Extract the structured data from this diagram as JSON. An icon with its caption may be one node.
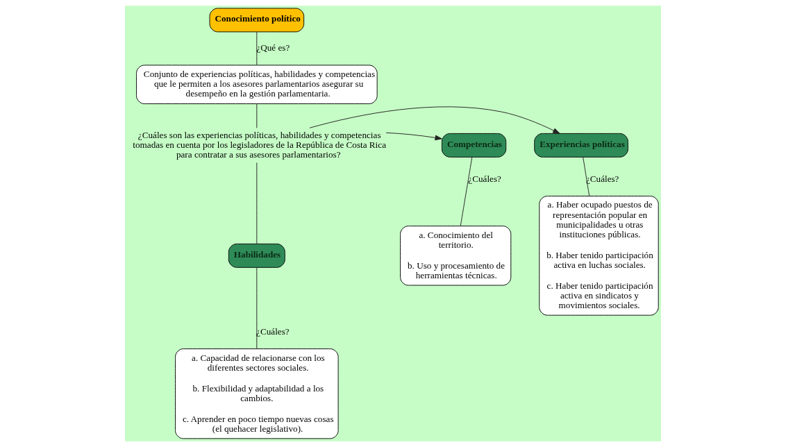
{
  "diagram": {
    "nodes": [
      {
        "text": [
          "Conocimiento político"
        ]
      },
      {
        "text": [
          "Conjunto de experiencias políticas, habilidades y competencias que le permiten a los asesores parlamentarios asegurar su desempeño en la gestión parlamentaria."
        ]
      },
      {
        "text": [
          "¿Cuáles son las experiencias políticas, habilidades y competencias tomadas en cuenta por los legisladores de la República de Costa Rica para contratar a sus asesores parlamentarios?"
        ]
      },
      {
        "text": [
          "Experiencias políticas"
        ]
      },
      {
        "text": [
          "Competencias"
        ]
      },
      {
        "text": [
          "Habilidades"
        ]
      },
      {
        "text": [
          "a. Haber ocupado puestos de representación popular en municipalidades u otras instituciones públicas.",
          "b. Haber tenido participación activa en luchas sociales.",
          "c. Haber tenido participación activa en sindicatos y movimientos sociales."
        ]
      },
      {
        "text": [
          "a. Capacidad de relacionarse con los diferentes sectores sociales.",
          "b. Flexibilidad y adaptabilidad a los cambios.",
          "c. Aprender en poco tiempo nuevas cosas (el quehacer legislativo)."
        ]
      },
      {
        "text": [
          "a. Conocimiento del territorio.",
          "b. Uso y procesamiento de herramientas técnicas."
        ]
      }
    ],
    "edges": [
      {
        "from": 0,
        "to": 1,
        "arrow": "none",
        "label": "¿Qué es?"
      },
      {
        "from": 1,
        "to": 2,
        "arrow": "none"
      },
      {
        "from": 2,
        "to": 3,
        "arrow": "to"
      },
      {
        "from": 2,
        "to": 4,
        "arrow": "to"
      },
      {
        "from": 2,
        "to": 5,
        "arrow": "none"
      },
      {
        "from": 3,
        "to": 6,
        "arrow": "none",
        "label": "¿Cuáles?"
      },
      {
        "from": 5,
        "to": 7,
        "arrow": "none",
        "label": "¿Cuáles?"
      },
      {
        "from": 4,
        "to": 8,
        "arrow": "none",
        "label": "¿Cuáles?"
      }
    ]
  }
}
